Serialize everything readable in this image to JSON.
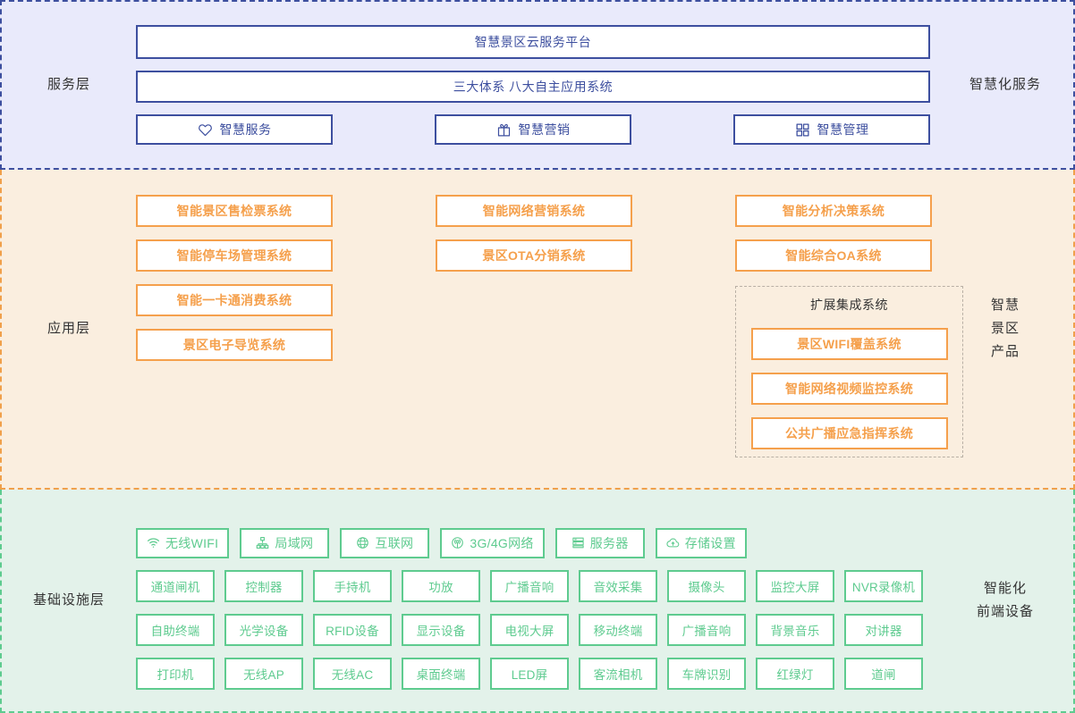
{
  "service_layer": {
    "left_label": "服务层",
    "right_label": "智慧化服务",
    "platform_title": "智慧景区云服务平台",
    "systems_title": "三大体系  八大自主应用系统",
    "pills": [
      {
        "label": "智慧服务",
        "icon": "heart-icon"
      },
      {
        "label": "智慧营销",
        "icon": "gift-icon"
      },
      {
        "label": "智慧管理",
        "icon": "apps-grid-icon"
      }
    ]
  },
  "app_layer": {
    "left_label": "应用层",
    "right_label_lines": [
      "智慧",
      "景区",
      "产品"
    ],
    "column1": [
      "智能景区售检票系统",
      "智能停车场管理系统",
      "智能一卡通消费系统",
      "景区电子导览系统"
    ],
    "column2": [
      "智能网络营销系统",
      "景区OTA分销系统"
    ],
    "column3": [
      "智能分析决策系统",
      "智能综合OA系统"
    ],
    "extension_panel": {
      "title": "扩展集成系统",
      "items": [
        "景区WIFI覆盖系统",
        "智能网络视频监控系统",
        "公共广播应急指挥系统"
      ]
    }
  },
  "infra_layer": {
    "left_label": "基础设施层",
    "right_label_lines": [
      "智能化",
      "前端设备"
    ],
    "network_row": [
      {
        "label": "无线WIFI",
        "icon": "wifi-icon"
      },
      {
        "label": "局域网",
        "icon": "sitemap-icon"
      },
      {
        "label": "互联网",
        "icon": "globe-icon"
      },
      {
        "label": "3G/4G网络",
        "icon": "signal-tower-icon"
      },
      {
        "label": "服务器",
        "icon": "server-icon"
      },
      {
        "label": "存储设置",
        "icon": "cloud-upload-icon"
      }
    ],
    "device_rows": [
      [
        "通道闸机",
        "控制器",
        "手持机",
        "功放",
        "广播音响",
        "音效采集",
        "摄像头",
        "监控大屏",
        "NVR录像机"
      ],
      [
        "自助终端",
        "光学设备",
        "RFID设备",
        "显示设备",
        "电视大屏",
        "移动终端",
        "广播音响",
        "背景音乐",
        "对讲器"
      ],
      [
        "打印机",
        "无线AP",
        "无线AC",
        "桌面终端",
        "LED屏",
        "客流相机",
        "车牌识别",
        "红绿灯",
        "道闸"
      ]
    ]
  },
  "colors": {
    "service_accent": "#3d4f9f",
    "service_bg": "#e9eafb",
    "app_accent": "#f5a04c",
    "app_bg": "#faeedf",
    "infra_accent": "#5ecb8f",
    "infra_bg": "#e3f2ea",
    "label_text": "#333333"
  }
}
